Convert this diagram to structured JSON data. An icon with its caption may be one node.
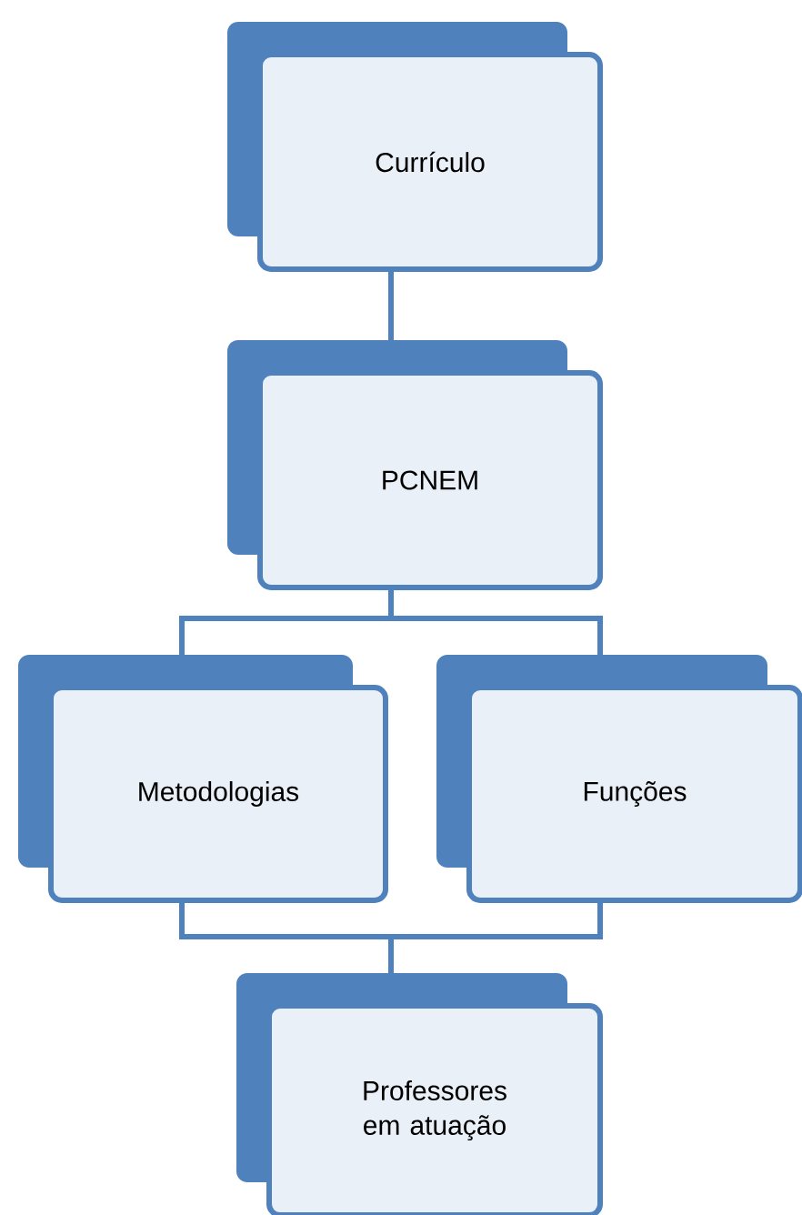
{
  "diagram": {
    "nodes": [
      {
        "text": [
          "Currículo"
        ]
      },
      {
        "text": [
          "PCNEM"
        ]
      },
      {
        "text": [
          "Metodologias"
        ]
      },
      {
        "text": [
          "Funções"
        ]
      },
      {
        "text": [
          "Professores em atuação"
        ]
      }
    ],
    "edges": [
      {
        "from": 0,
        "to": 1,
        "arrow": "none"
      },
      {
        "from": 1,
        "to": 2,
        "arrow": "none"
      },
      {
        "from": 1,
        "to": 3,
        "arrow": "none"
      },
      {
        "from": 2,
        "to": 4,
        "arrow": "none"
      },
      {
        "from": 3,
        "to": 4,
        "arrow": "none"
      }
    ]
  }
}
